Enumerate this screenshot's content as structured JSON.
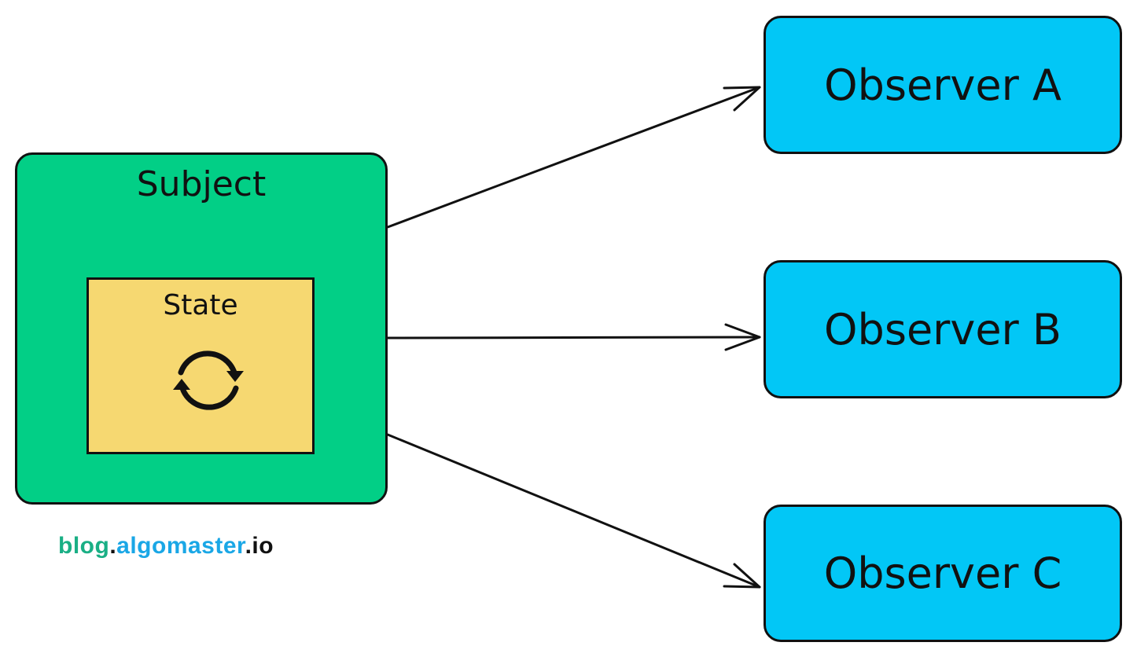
{
  "subject": {
    "label": "Subject",
    "color": "#02cf86",
    "icon": "sync-icon"
  },
  "state": {
    "label": "State",
    "color": "#f6d871"
  },
  "observers": [
    {
      "label": "Observer A",
      "color": "#02c7f6"
    },
    {
      "label": "Observer B",
      "color": "#02c7f6"
    },
    {
      "label": "Observer C",
      "color": "#02c7f6"
    }
  ],
  "edges": [
    {
      "from": "Subject",
      "to": "Observer A"
    },
    {
      "from": "Subject",
      "to": "Observer B"
    },
    {
      "from": "Subject",
      "to": "Observer C"
    }
  ],
  "watermark": {
    "part1": "blog",
    "dot1": ".",
    "part2": "algomaster",
    "dot2": ".",
    "part3": "io"
  }
}
